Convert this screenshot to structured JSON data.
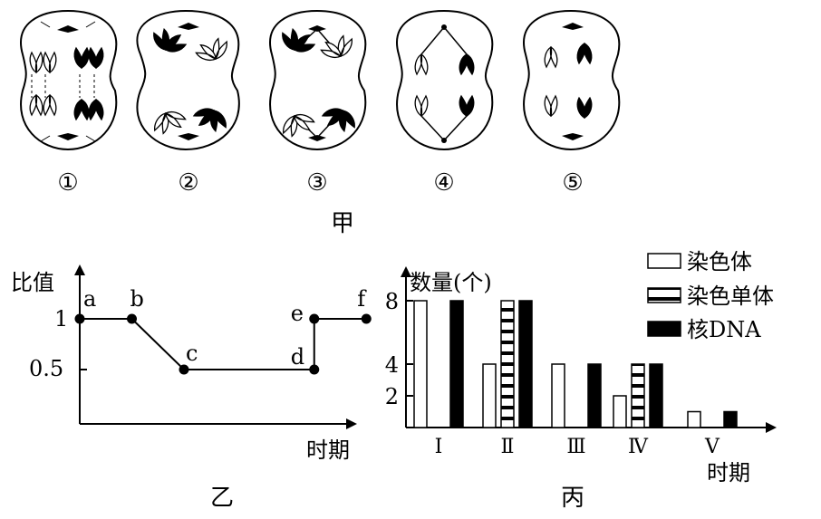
{
  "panel_jia": {
    "caption": "甲",
    "cells": [
      {
        "label": "①"
      },
      {
        "label": "②"
      },
      {
        "label": "③"
      },
      {
        "label": "④"
      },
      {
        "label": "⑤"
      }
    ]
  },
  "panel_yi": {
    "caption": "乙",
    "chart_data": {
      "type": "line",
      "ylabel": "比值",
      "xlabel": "时期",
      "yticks": [
        "1",
        "0.5"
      ],
      "points": [
        {
          "label": "a",
          "x": 0,
          "y": 1
        },
        {
          "label": "b",
          "x": 1,
          "y": 1
        },
        {
          "label": "c",
          "x": 2,
          "y": 0.5
        },
        {
          "label": "d",
          "x": 4.5,
          "y": 0.5
        },
        {
          "label": "e",
          "x": 4.5,
          "y": 1
        },
        {
          "label": "f",
          "x": 5.5,
          "y": 1
        }
      ]
    }
  },
  "panel_bing": {
    "caption": "丙",
    "chart_data": {
      "type": "bar",
      "ylabel": "数量(个)",
      "xlabel": "时期",
      "yticks": [
        8,
        4,
        2
      ],
      "categories": [
        "Ⅰ",
        "Ⅱ",
        "Ⅲ",
        "Ⅳ",
        "Ⅴ"
      ],
      "series": [
        {
          "name": "染色体",
          "values": [
            8,
            4,
            4,
            2,
            1
          ]
        },
        {
          "name": "染色单体",
          "values": [
            0,
            8,
            0,
            4,
            0
          ]
        },
        {
          "name": "核DNA",
          "values": [
            8,
            8,
            4,
            4,
            1
          ]
        }
      ]
    }
  }
}
